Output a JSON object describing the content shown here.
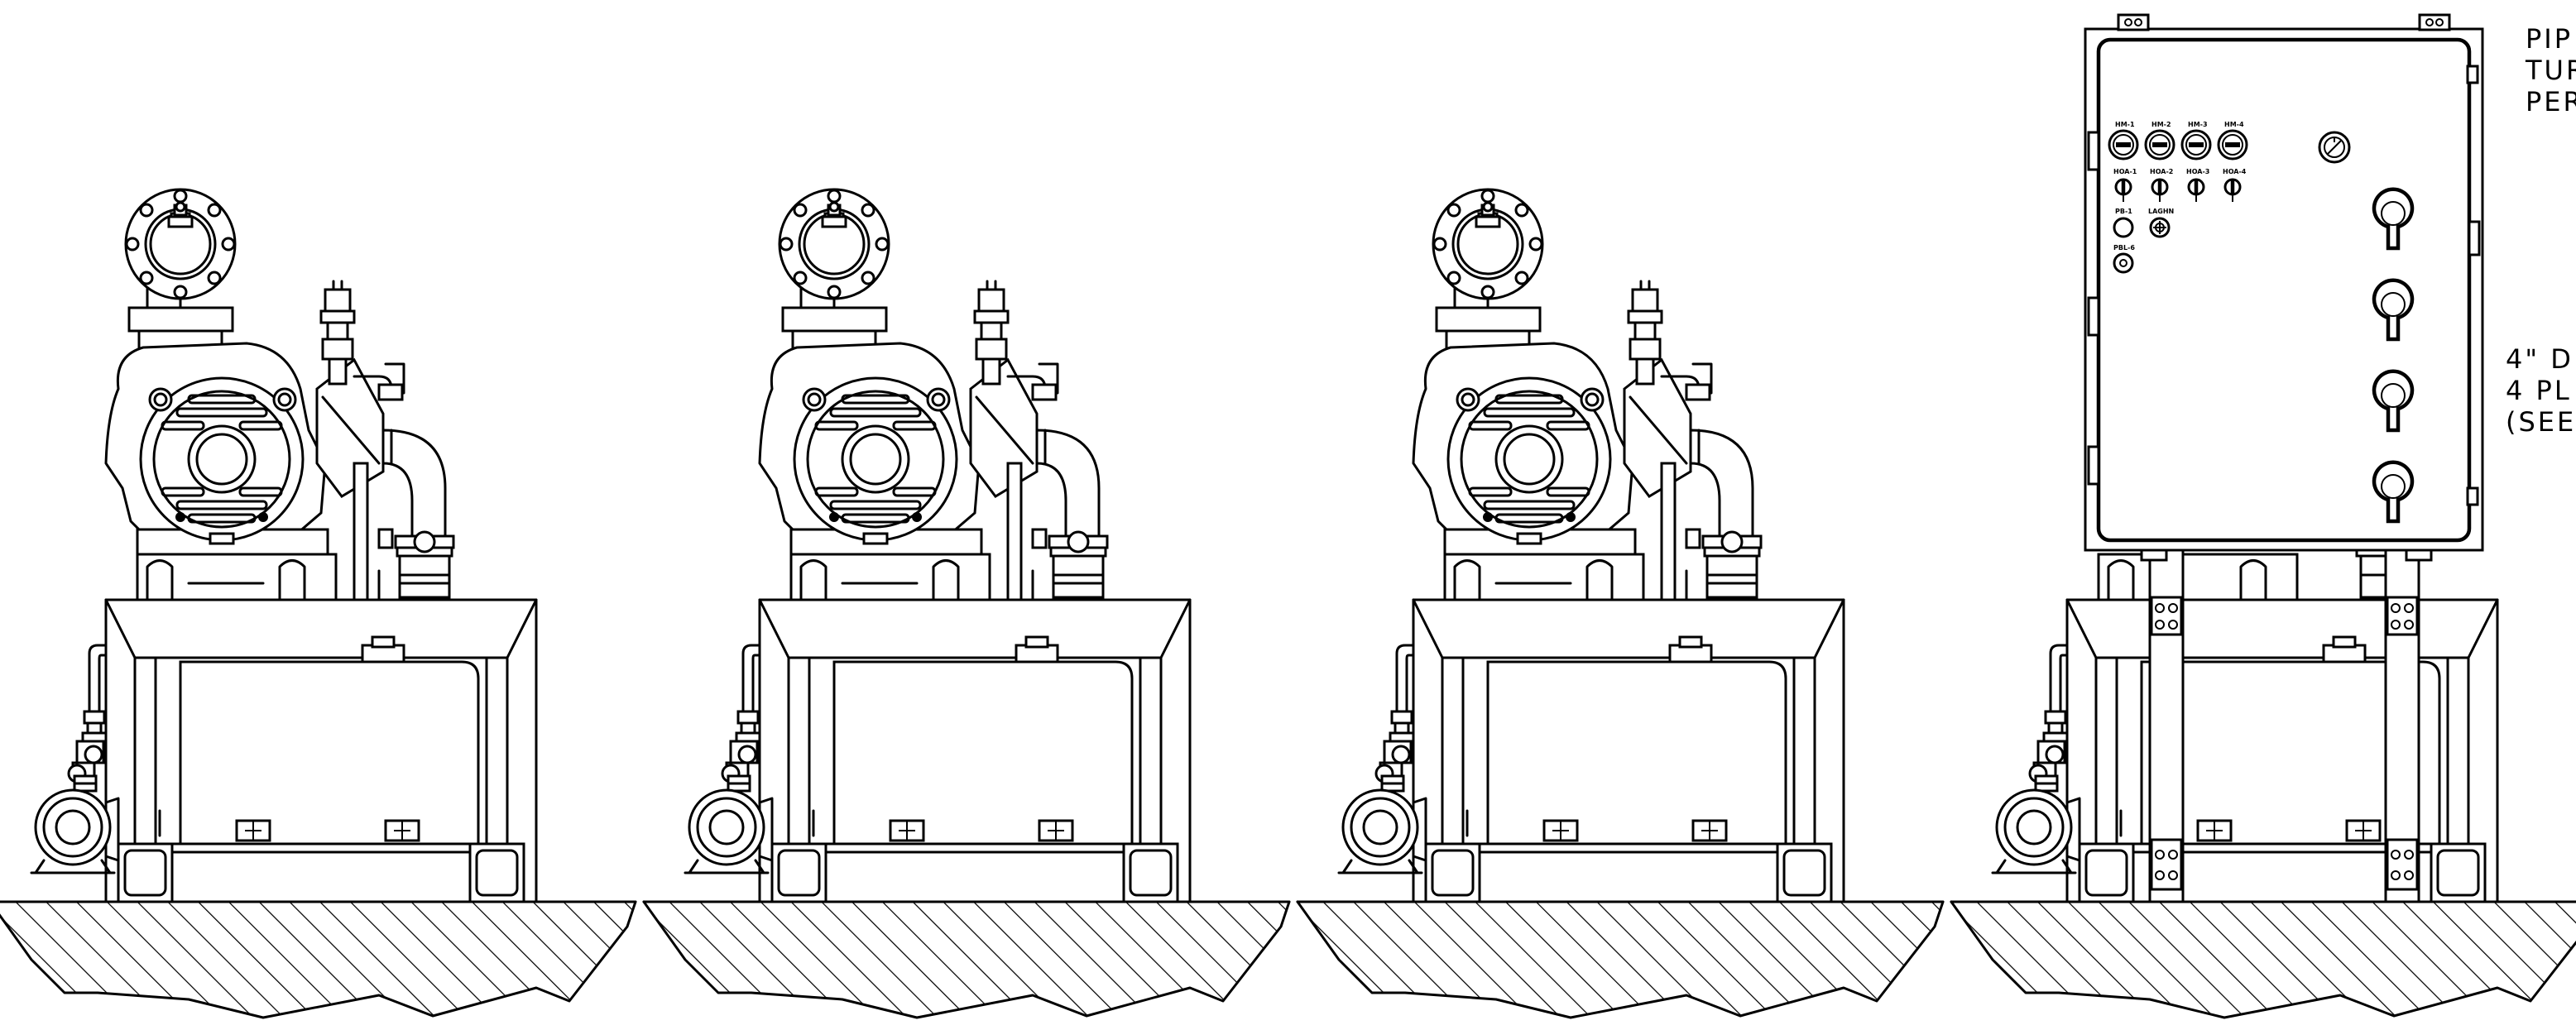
{
  "notes": {
    "top": [
      "PIP",
      "TUR",
      "PER"
    ],
    "middle": [
      "4\" D",
      "4 PL",
      "(SEE"
    ]
  },
  "panel": {
    "hm_labels": [
      "HM-1",
      "HM-2",
      "HM-3",
      "HM-4"
    ],
    "hoa_labels": [
      "HOA-1",
      "HOA-2",
      "HOA-3",
      "HOA-4"
    ],
    "pb_label": "PB-1",
    "lagh_label": "LAGHN",
    "pbl_label": "PBL-6"
  },
  "ground_units": 4
}
